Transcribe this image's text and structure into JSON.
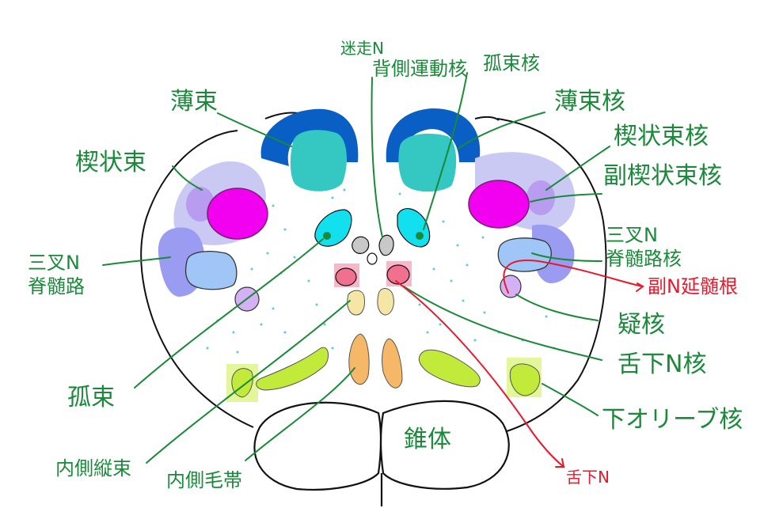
{
  "colors": {
    "label_green": "#1a8a3a",
    "label_red": "#e8192c",
    "fasciculus_gracilis": "#0a5fc4",
    "gracile_nucleus": "#35c7c2",
    "cuneate_fasciculus": "#c9c9f4",
    "cuneate_nucleus": "#f200f0",
    "accessory_cuneate": "#b89cf0",
    "spinal_trigeminal_tract": "#9a9cf2",
    "spinal_trigeminal_nucleus": "#9fc6f6",
    "solitary_tract": "#12e0ee",
    "dorsal_vagal": "#c8c8c8",
    "hypoglossal_nucleus": "#f07090",
    "medial_lemniscus": "#f6e6a6",
    "medial_longitudinal": "#f5b869",
    "inferior_olive": "#c2ea3a",
    "pyramid_outline": "#111111"
  },
  "labels": {
    "vagus_n": "迷走N",
    "dorsal_motor_nucleus": "背側運動核",
    "solitary_nucleus": "孤束核",
    "fasciculus_gracilis": "薄束",
    "gracile_nucleus": "薄束核",
    "cuneate_fasciculus": "楔状束",
    "cuneate_nucleus": "楔状束核",
    "accessory_cuneate_nucleus": "副楔状束核",
    "spinal_trigeminal_tract_line1": "三叉N",
    "spinal_trigeminal_tract_line2": "脊髄路",
    "spinal_trigeminal_nucleus_line1": "三叉N",
    "spinal_trigeminal_nucleus_line2": "脊髄路核",
    "accessory_nerve_root": "副N延髄根",
    "nucleus_ambiguus": "疑核",
    "hypoglossal_nucleus": "舌下N核",
    "inferior_olive": "下オリーブ核",
    "solitary_tract": "孤束",
    "medial_lemniscus": "内側毛帯",
    "medial_longitudinal_fasciculus": "内側縦束",
    "pyramid": "錐体",
    "hypoglossal_nerve": "舌下N"
  }
}
